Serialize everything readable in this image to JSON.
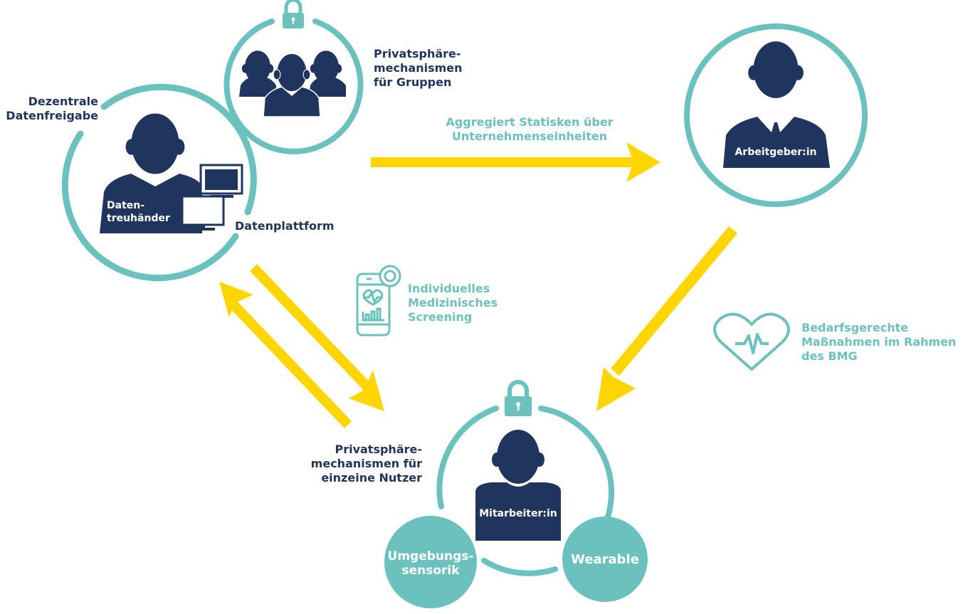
{
  "colors": {
    "navy": "#1f355e",
    "teal": "#6bc1be",
    "yellow": "#ffd500",
    "white": "#ffffff"
  },
  "nodes": {
    "datentreuhaender": {
      "label": "Daten-\ntreuhänder"
    },
    "group": {
      "label": ""
    },
    "arbeitgeber": {
      "label": "Arbeitgeber:in"
    },
    "mitarbeiter": {
      "label": "Mitarbeiter:in"
    },
    "umgebungssensorik": {
      "label": "Umgebungs-\nsensorik"
    },
    "wearable": {
      "label": "Wearable"
    }
  },
  "labels": {
    "dezentrale": "Dezentrale\nDatenfreigabe",
    "datenplattform": "Datenplattform",
    "privat_gruppen": "Privatsphäre-\nmechanismen\nfür Gruppen",
    "aggregiert": "Aggregiert Statisken über\nUnternehmenseinheiten",
    "screening": "Individuelles\nMedizinisches\nScreening",
    "bedarf": "Bedarfsgerechte\nMaßnahmen im Rahmen\ndes BMG",
    "privat_nutzer": "Privatsphäre-\nmechanismen für\neinzeine Nutzer"
  },
  "icons": {
    "lock": "lock-icon",
    "person": "person-icon",
    "group": "group-icon",
    "monitor": "monitor-icon",
    "phone_health": "phone-health-icon",
    "heart_pulse": "heart-pulse-icon"
  },
  "edges": [
    {
      "from": "group",
      "to": "arbeitgeber",
      "label_key": "aggregiert"
    },
    {
      "from": "arbeitgeber",
      "to": "mitarbeiter",
      "label_key": "bedarf"
    },
    {
      "from": "datentreuhaender",
      "to": "mitarbeiter",
      "label_key": "screening"
    },
    {
      "from": "mitarbeiter",
      "to": "datentreuhaender",
      "label_key": "privat_nutzer"
    }
  ]
}
